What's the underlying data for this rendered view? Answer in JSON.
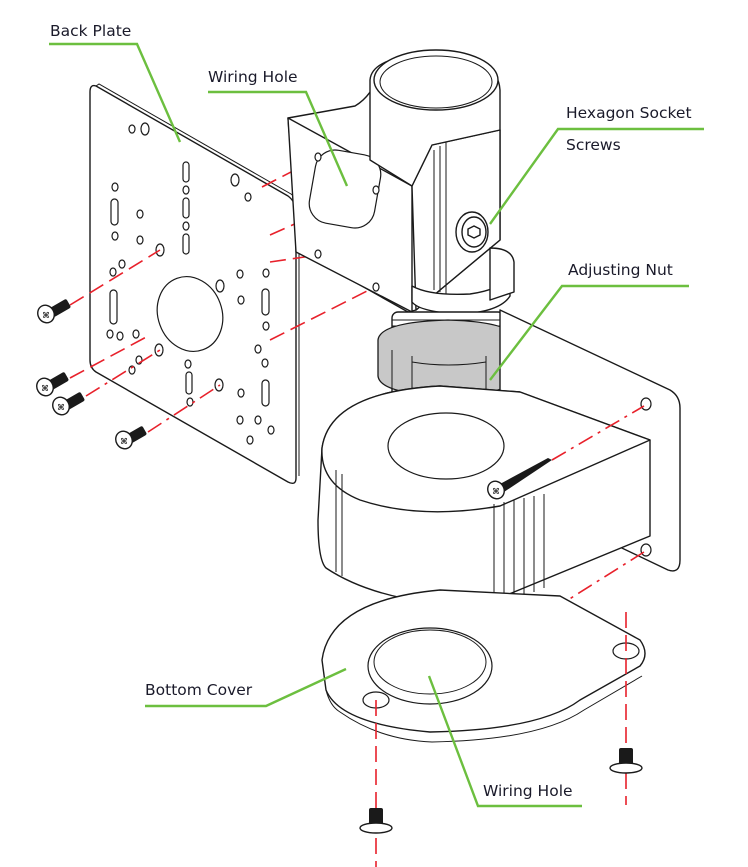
{
  "diagram": {
    "type": "exploded-view assembly drawing",
    "leader_color": "#6cbf3f",
    "axis_line_color": "#e8212b",
    "labels": {
      "back_plate": "Back Plate",
      "wiring_hole_top": "Wiring Hole",
      "hexagon_socket_line1": "Hexagon Socket",
      "hexagon_socket_line2": "Screws",
      "adjusting_nut": "Adjusting Nut",
      "bottom_cover": "Bottom Cover",
      "wiring_hole_bottom": "Wiring Hole"
    },
    "parts": [
      "back-plate",
      "mounting-bracket",
      "hexagon-socket-screw",
      "adjusting-nut",
      "junction-box",
      "bottom-cover",
      "flat-head-screws",
      "wood-screws",
      "bottom-screws"
    ]
  }
}
